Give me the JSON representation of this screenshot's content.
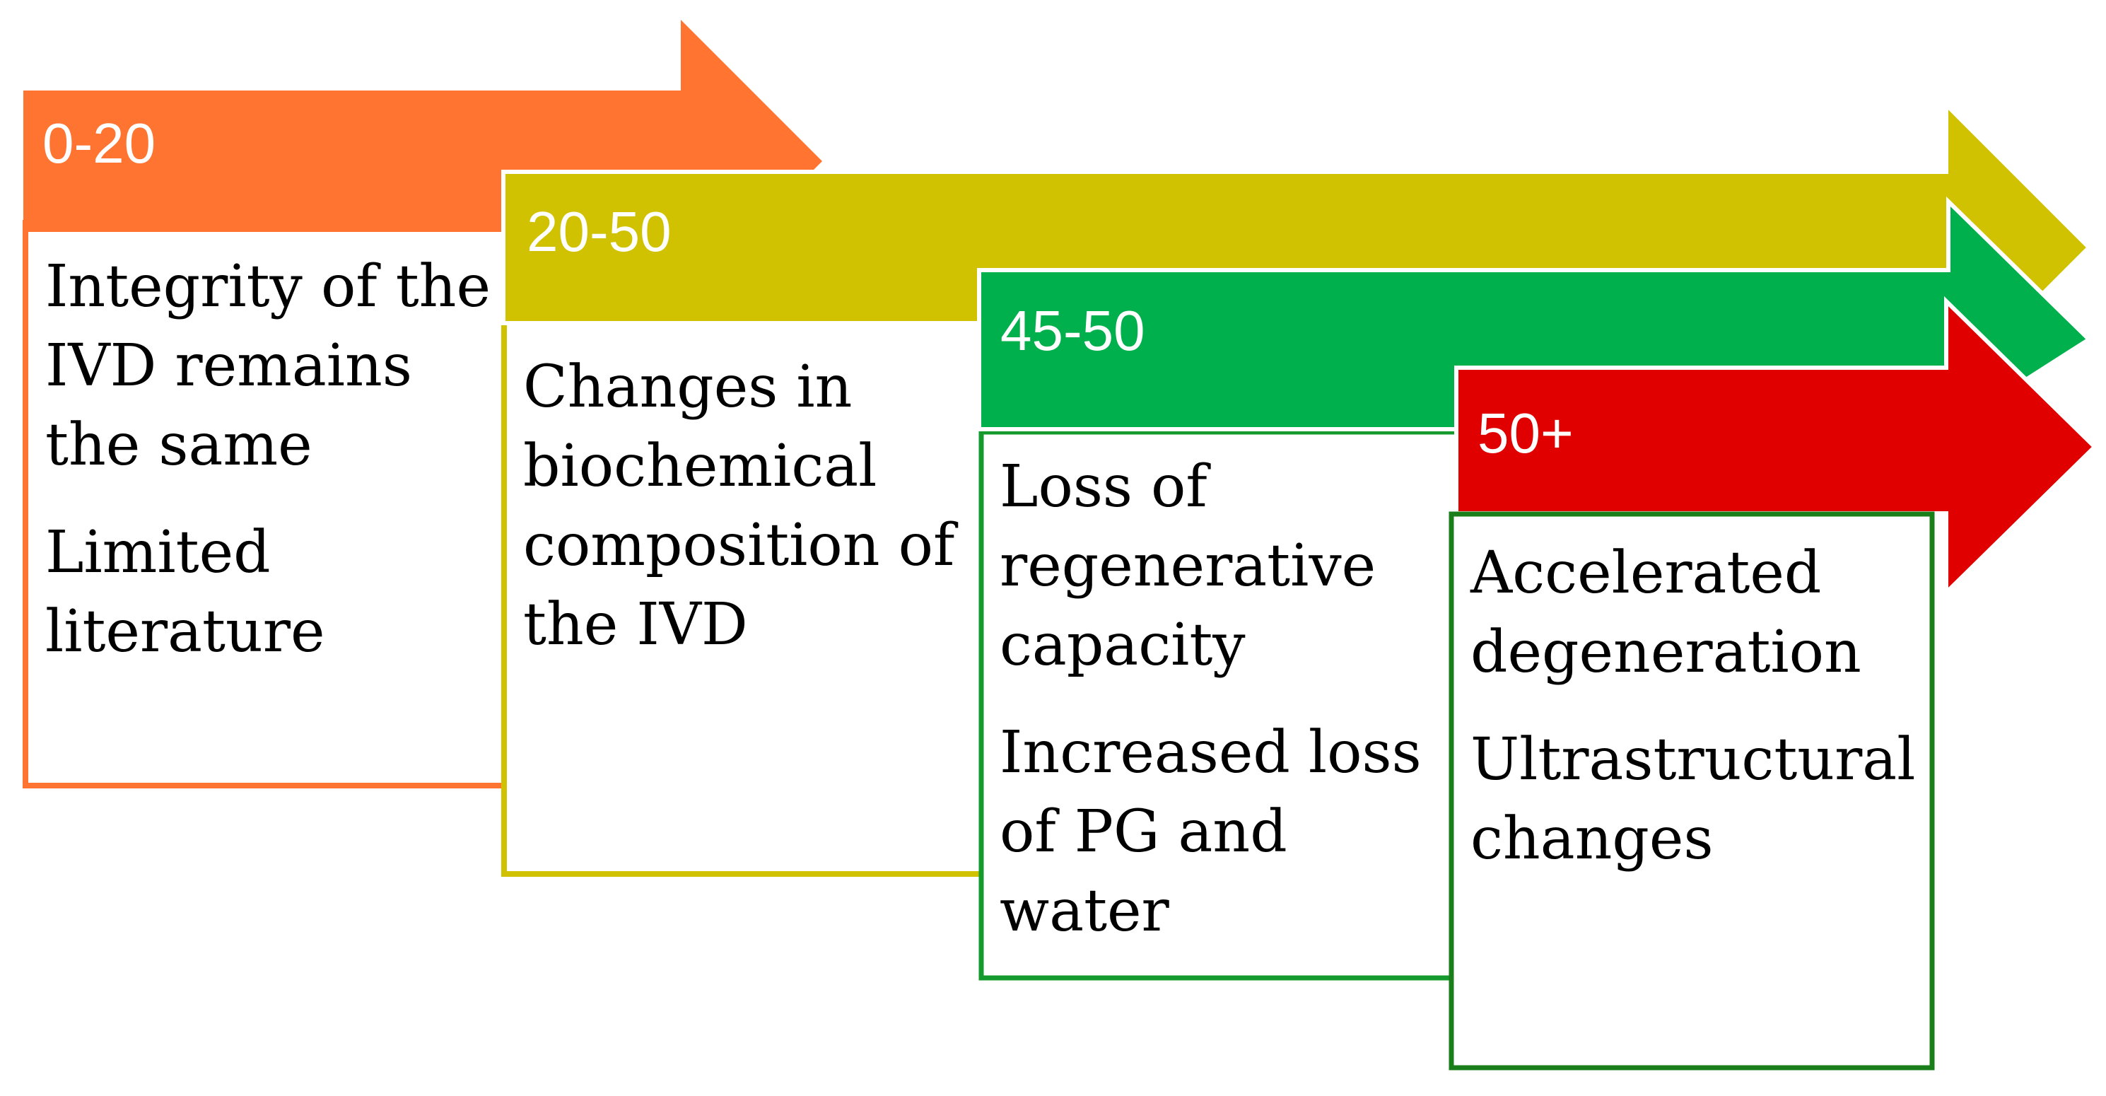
{
  "stages": [
    {
      "range": "0-20",
      "color": "#FF7430",
      "lines": [
        [
          "Integrity of the",
          "IVD remains",
          "the same"
        ],
        [
          "Limited",
          "literature"
        ]
      ]
    },
    {
      "range": "20-50",
      "color": "#D0C200",
      "lines": [
        [
          "Changes in",
          "biochemical",
          "composition of",
          "the IVD"
        ]
      ]
    },
    {
      "range": "45-50",
      "color": "#00B04C",
      "border_color": "#159A2E",
      "lines": [
        [
          "Loss of",
          "regenerative",
          "capacity"
        ],
        [
          "Increased loss",
          "of PG and",
          "water"
        ]
      ]
    },
    {
      "range": "50+",
      "color": "#E00000",
      "border_color": "#1A7F1A",
      "lines": [
        [
          "Accelerated",
          "degeneration"
        ],
        [
          "Ultrastructural",
          "changes"
        ]
      ]
    }
  ]
}
